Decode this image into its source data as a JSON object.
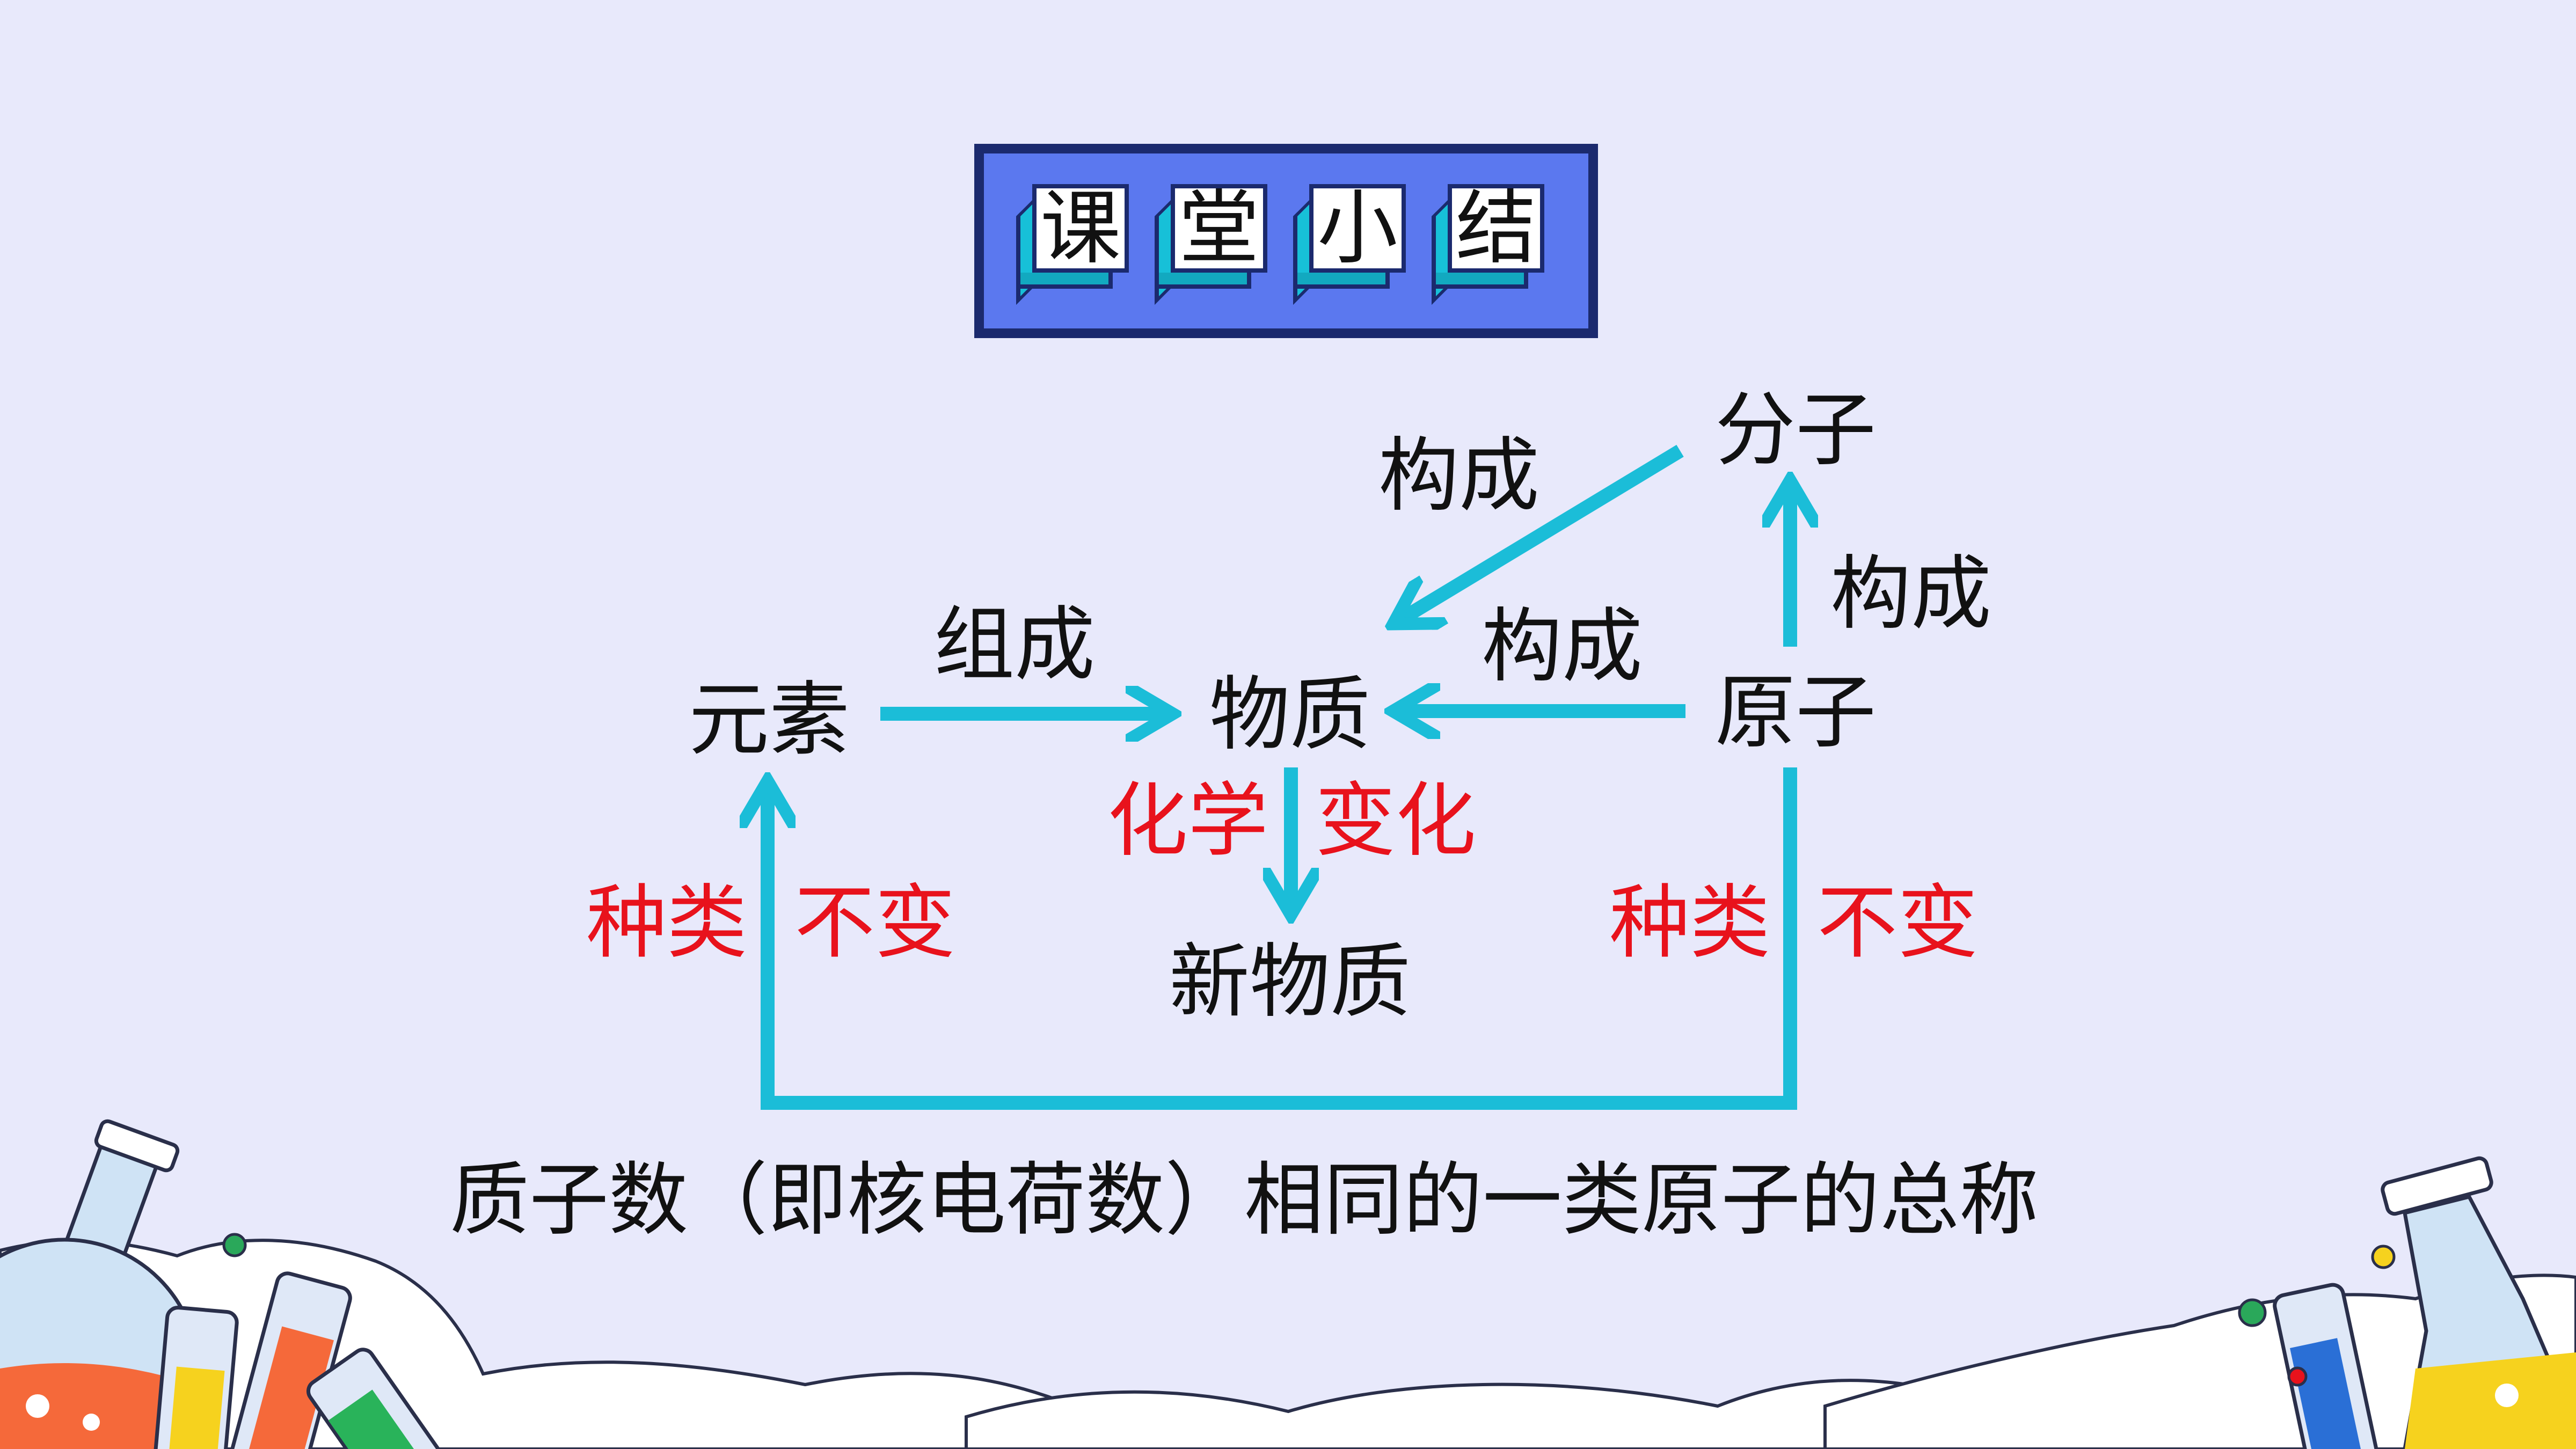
{
  "title_chars": [
    "课",
    "堂",
    "小",
    "结"
  ],
  "nodes": {
    "element": "元素",
    "substance": "物质",
    "new_substance": "新物质",
    "molecule": "分子",
    "atom": "原子"
  },
  "edges": {
    "compose": "组成",
    "constitute_molecule_substance": "构成",
    "constitute_atom_substance": "构成",
    "constitute_atom_molecule": "构成",
    "chemical_change_1": "化学",
    "chemical_change_2": "变化"
  },
  "invariants": {
    "left_kind": "种类",
    "left_unchanged": "不变",
    "right_kind": "种类",
    "right_unchanged": "不变"
  },
  "definition": "质子数（即核电荷数）相同的一类原子的总称",
  "colors": {
    "background": "#e8e9fb",
    "arrow": "#1bbdd8",
    "highlight_text": "#e8121c",
    "title_frame": "#1b2a6e",
    "title_inner": "#5b78ef"
  }
}
